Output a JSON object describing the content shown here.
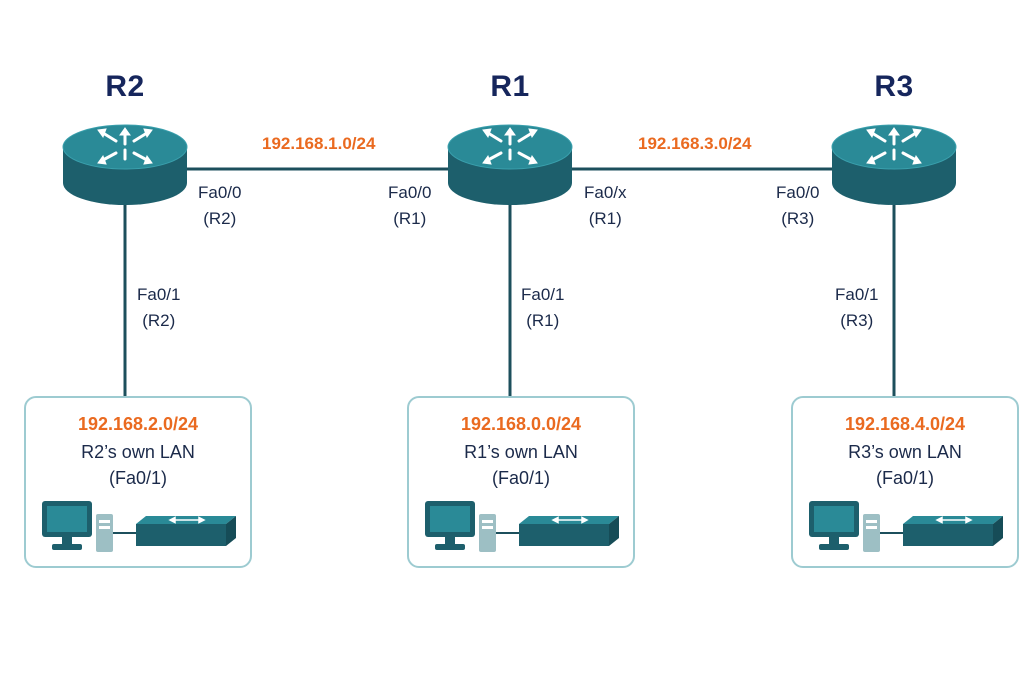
{
  "routers": [
    {
      "id": "R2",
      "label": "R2",
      "icon": "router-icon"
    },
    {
      "id": "R1",
      "label": "R1",
      "icon": "router-icon"
    },
    {
      "id": "R3",
      "label": "R3",
      "icon": "router-icon"
    }
  ],
  "links": {
    "r2_r1": {
      "network": "192.168.1.0/24"
    },
    "r1_r3": {
      "network": "192.168.3.0/24"
    }
  },
  "interfaces": {
    "r2_fa00": {
      "name": "Fa0/0",
      "router": "(R2)"
    },
    "r1_fa00": {
      "name": "Fa0/0",
      "router": "(R1)"
    },
    "r1_fa0x": {
      "name": "Fa0/x",
      "router": "(R1)"
    },
    "r3_fa00": {
      "name": "Fa0/0",
      "router": "(R3)"
    },
    "r2_fa01": {
      "name": "Fa0/1",
      "router": "(R2)"
    },
    "r1_fa01": {
      "name": "Fa0/1",
      "router": "(R1)"
    },
    "r3_fa01": {
      "name": "Fa0/1",
      "router": "(R3)"
    }
  },
  "lans": {
    "r2": {
      "network": "192.168.2.0/24",
      "name": "R2’s own LAN",
      "interface": "(Fa0/1)",
      "icons": [
        "computer-icon",
        "switch-icon"
      ]
    },
    "r1": {
      "network": "192.168.0.0/24",
      "name": "R1’s own LAN",
      "interface": "(Fa0/1)",
      "icons": [
        "computer-icon",
        "switch-icon"
      ]
    },
    "r3": {
      "network": "192.168.4.0/24",
      "name": "R3’s own LAN",
      "interface": "(Fa0/1)",
      "icons": [
        "computer-icon",
        "switch-icon"
      ]
    }
  },
  "colors": {
    "router_top": "#2a8a97",
    "router_side": "#1d5f6c",
    "network_label": "#ea6a20",
    "text": "#1b2a4a",
    "link": "#1c4f5c",
    "lan_border": "#9dcbd1"
  }
}
